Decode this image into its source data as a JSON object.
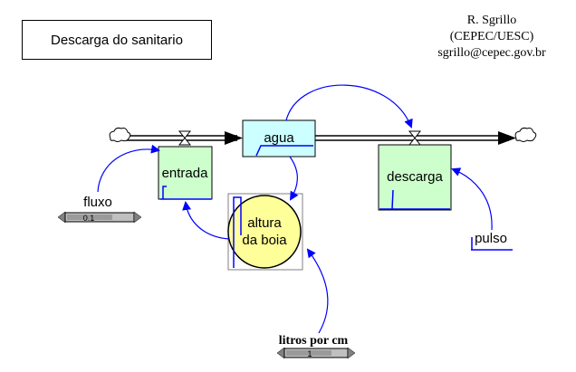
{
  "title": "Descarga do sanitario",
  "author": {
    "name": "R. Sgrillo",
    "institution": "(CEPEC/UESC)",
    "email": "sgrillo@cepec.gov.br"
  },
  "nodes": {
    "agua": "agua",
    "entrada": "entrada",
    "descarga": "descarga",
    "altura_line1": "altura",
    "altura_line2": "da boia",
    "fluxo": "fluxo",
    "pulso": "pulso",
    "litros": "litros por cm"
  },
  "sliders": {
    "fluxo_value": "0.1",
    "litros_value": "1"
  },
  "colors": {
    "stock_fill": "#ccffff",
    "flow_fill": "#ccffcc",
    "aux_fill": "#ffff99",
    "link": "#0000ff",
    "slider_fill": "#c0c0c0"
  },
  "icons": [
    "cloud-source-icon",
    "cloud-sink-icon",
    "valve-icon"
  ]
}
